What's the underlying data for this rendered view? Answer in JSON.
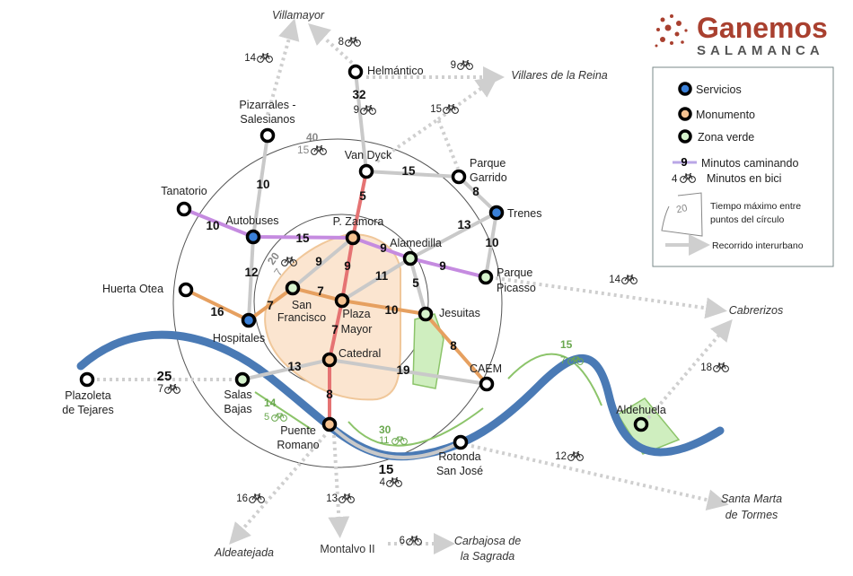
{
  "logo": {
    "name": "Ganemos",
    "city": "SALAMANCA"
  },
  "legend": {
    "servicios": "Servicios",
    "monumento": "Monumento",
    "zona_verde": "Zona verde",
    "walk_sample": "9",
    "walk": "Minutos caminando",
    "bike_sample": "4",
    "bike": "Minutos en bici",
    "circle_sample": "20",
    "circle_1": "Tiempo máximo entre",
    "circle_2": "puntos del círculo",
    "interurban": "Recorrido interurbano"
  },
  "colors": {
    "servicios": "#3a80d8",
    "monumento": "#f4c291",
    "zona_verde": "#d6f3cd",
    "red_line": "#e57373",
    "purple_line": "#c58be0",
    "orange_line": "#e6a060",
    "river": "#4a7ab5",
    "green_route": "#8cc46a"
  },
  "stations": {
    "helmantico": {
      "n1": "Helmántico",
      "type": "plain"
    },
    "pizarrales": {
      "n1": "Pizarrales -",
      "n2": "Salesianos",
      "type": "plain"
    },
    "vandyck": {
      "n1": "Van Dyck",
      "type": "plain"
    },
    "parquegarrido": {
      "n1": "Parque",
      "n2": "Garrido",
      "type": "plain"
    },
    "tanatorio": {
      "n1": "Tanatorio",
      "type": "plain"
    },
    "autobuses": {
      "n1": "Autobuses",
      "type": "servicios"
    },
    "pzamora": {
      "n1": "P. Zamora",
      "type": "monumento"
    },
    "trenes": {
      "n1": "Trenes",
      "type": "servicios"
    },
    "alamedilla": {
      "n1": "Alamedilla",
      "type": "zona verde"
    },
    "parquepicasso": {
      "n1": "Parque",
      "n2": "Picasso",
      "type": "zona verde"
    },
    "huertaotea": {
      "n1": "Huerta Otea",
      "type": "plain"
    },
    "sanfrancisco": {
      "n1": "San",
      "n2": "Francisco",
      "type": "zona verde"
    },
    "plazamayor": {
      "n1": "Plaza",
      "n2": "Mayor",
      "type": "monumento"
    },
    "jesuitas": {
      "n1": "Jesuitas",
      "type": "zona verde"
    },
    "hospitales": {
      "n1": "Hospitales",
      "type": "servicios"
    },
    "catedral": {
      "n1": "Catedral",
      "type": "monumento"
    },
    "caem": {
      "n1": "CAEM",
      "type": "plain"
    },
    "salasbajas": {
      "n1": "Salas",
      "n2": "Bajas",
      "type": "zona verde"
    },
    "plazoleta": {
      "n1": "Plazoleta",
      "n2": "de Tejares",
      "type": "plain"
    },
    "puenteromano": {
      "n1": "Puente",
      "n2": "Romano",
      "type": "monumento"
    },
    "rotonda": {
      "n1": "Rotonda",
      "n2": "San José",
      "type": "plain"
    },
    "aldehuela": {
      "n1": "Aldehuela",
      "type": "zona verde"
    }
  },
  "destinations": {
    "villamayor": {
      "n1": "Villamayor"
    },
    "villares": {
      "n1": "Villares de la Reina"
    },
    "cabrerizos": {
      "n1": "Cabrerizos"
    },
    "santamarta": {
      "n1": "Santa Marta",
      "n2": "de Tormes"
    },
    "aldeatejada": {
      "n1": "Aldeatejada"
    },
    "montalvo": {
      "n1": "Montalvo II"
    },
    "carbajosa": {
      "n1": "Carbajosa de",
      "n2": "la Sagrada"
    }
  },
  "walk": {
    "helm_vandyck": "32",
    "vandyck_pzamora": "5",
    "pzamora_plazamayor": "9",
    "plazamayor_catedral": "7",
    "catedral_puente": "8",
    "tanatorio_autobuses": "10",
    "autobuses_pzamora": "15",
    "pzamora_alamedilla": "9",
    "alamedilla_picasso": "9",
    "huerta_hospitales": "16",
    "hospitales_sanfrancisco": "7",
    "sanfrancisco_plazamayor": "7",
    "plazamayor_jesuitas": "10",
    "jesuitas_caem": "8",
    "pizarrales_autobuses": "10",
    "autobuses_hospitales": "12",
    "vandyck_garrido": "15",
    "garrido_trenes": "8",
    "trenes_alamedilla": "13",
    "trenes_picasso": "10",
    "pzamora_sanfrancisco": "9",
    "plazamayor_alamedilla": "11",
    "alamedilla_jesuitas": "5",
    "catedral_salas": "13",
    "catedral_caem": "19",
    "puente_rotonda": "15",
    "salas_plazoleta": "25"
  },
  "bike": {
    "helm_vandyck": "9",
    "pizarrales_villamayor": "14",
    "helm_villamayor": "8",
    "helm_villares": "9",
    "vandyck_villares": "15",
    "picasso_cabrerizos": "14",
    "aldehuela_cabrerizos": "18",
    "rotonda_santamarta": "12",
    "puente_aldeatejada": "16",
    "puente_montalvo": "13",
    "montalvo_carbajosa": "6",
    "puente_rotonda": "4",
    "salas_plazoleta": "7"
  },
  "green_routes": [
    {
      "walk": "15",
      "bike": "7"
    },
    {
      "walk": "14",
      "bike": "5"
    },
    {
      "walk": "30",
      "bike": "11"
    }
  ],
  "circles": {
    "outer_walk": "40",
    "outer_bike": "15",
    "inner_walk": "20",
    "inner_bike": "7"
  }
}
